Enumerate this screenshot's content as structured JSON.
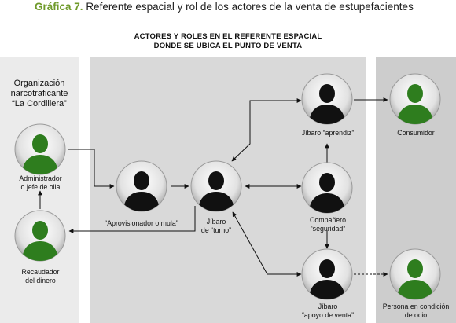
{
  "title": {
    "prefix": "Gráfica 7.",
    "text": "Referente espacial y rol de los actores de la venta de estupefacientes"
  },
  "heading": {
    "line1": "ACTORES Y ROLES EN EL REFERENTE ESPACIAL",
    "line2": "DONDE SE UBICA EL PUNTO DE VENTA"
  },
  "organization": {
    "line1": "Organización",
    "line2": "narcotraficante",
    "line3": "“La Cordillera”"
  },
  "nodes": {
    "administrador": {
      "line1": "Administrador",
      "line2": "o jefe de olla",
      "color": "#2e7d1e"
    },
    "recaudador": {
      "line1": "Recaudador",
      "line2": "del dinero",
      "color": "#2e7d1e"
    },
    "aprovisionador": {
      "line1": "“Aprovisionador o mula”",
      "color": "#111111"
    },
    "jibaro_turno": {
      "line1": "Jíbaro",
      "line2": "de “turno”",
      "color": "#111111"
    },
    "jibaro_aprendiz": {
      "line1": "Jíbaro “aprendiz”",
      "color": "#111111"
    },
    "companero": {
      "line1": "Compañero",
      "line2": "“seguridad”",
      "color": "#111111"
    },
    "jibaro_apoyo": {
      "line1": "Jíbaro",
      "line2": "“apoyo de venta”",
      "color": "#111111"
    },
    "consumidor": {
      "line1": "Consumidor",
      "color": "#2e7d1e"
    },
    "persona_ocio": {
      "line1": "Persona en condición",
      "line2": "de ocio",
      "color": "#2e7d1e"
    }
  },
  "colors": {
    "left_panel": "#ebebeb",
    "center_panel": "#d9d9d9",
    "right_panel": "#cdcdcd",
    "title_accent": "#6f9a2a"
  }
}
